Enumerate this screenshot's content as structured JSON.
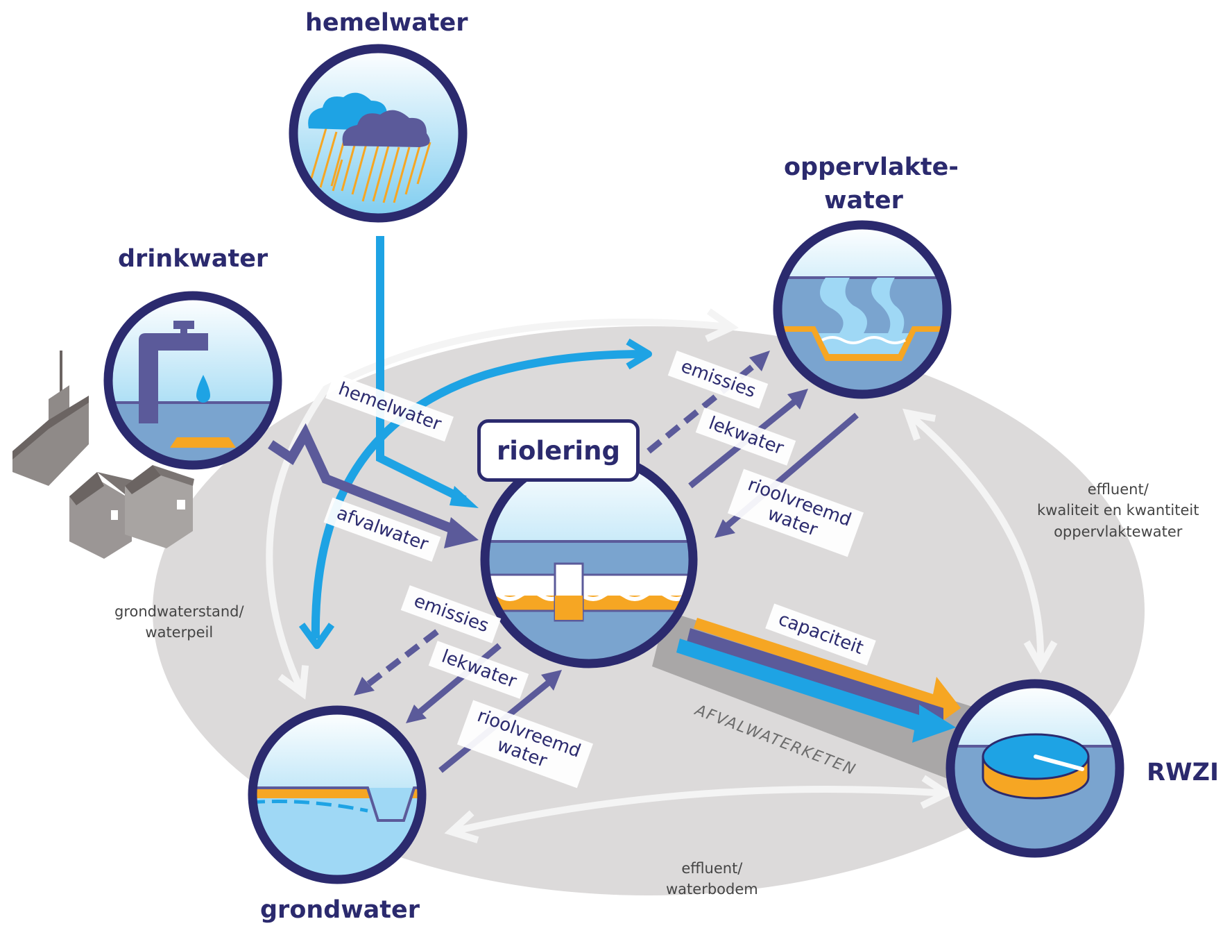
{
  "nodes": {
    "hemelwater": "hemelwater",
    "oppervlaktewater_line1": "oppervlakte-",
    "oppervlaktewater_line2": "water",
    "drinkwater": "drinkwater",
    "riolering": "riolering",
    "grondwater": "grondwater",
    "rwzi": "RWZI"
  },
  "flow_labels": {
    "hemelwater": "hemelwater",
    "afvalwater": "afvalwater",
    "emissies_top": "emissies",
    "lekwater_top": "lekwater",
    "rioolvreemd_top_1": "rioolvreemd",
    "rioolvreemd_top_2": "water",
    "emissies_bottom": "emissies",
    "lekwater_bottom": "lekwater",
    "rioolvreemd_bottom_1": "rioolvreemd",
    "rioolvreemd_bottom_2": "water",
    "capaciteit": "capaciteit",
    "afvalwaterketen": "AFVALWATERKETEN"
  },
  "notes": {
    "grondwaterstand_1": "grondwaterstand/",
    "grondwaterstand_2": "waterpeil",
    "effluent_right_1": "effluent/",
    "effluent_right_2": "kwaliteit en kwantiteit",
    "effluent_right_3": "oppervlaktewater",
    "effluent_bottom_1": "effluent/",
    "effluent_bottom_2": "waterbodem"
  },
  "colors": {
    "navy": "#2b2a6e",
    "purple": "#5b5a9a",
    "light_blue": "#1ea3e4",
    "water": "#7aa4cf",
    "sky": "#9fd8f5",
    "orange": "#f6a623",
    "grey_ellipse": "#dcdada",
    "white_arrow": "#f4f4f4"
  }
}
